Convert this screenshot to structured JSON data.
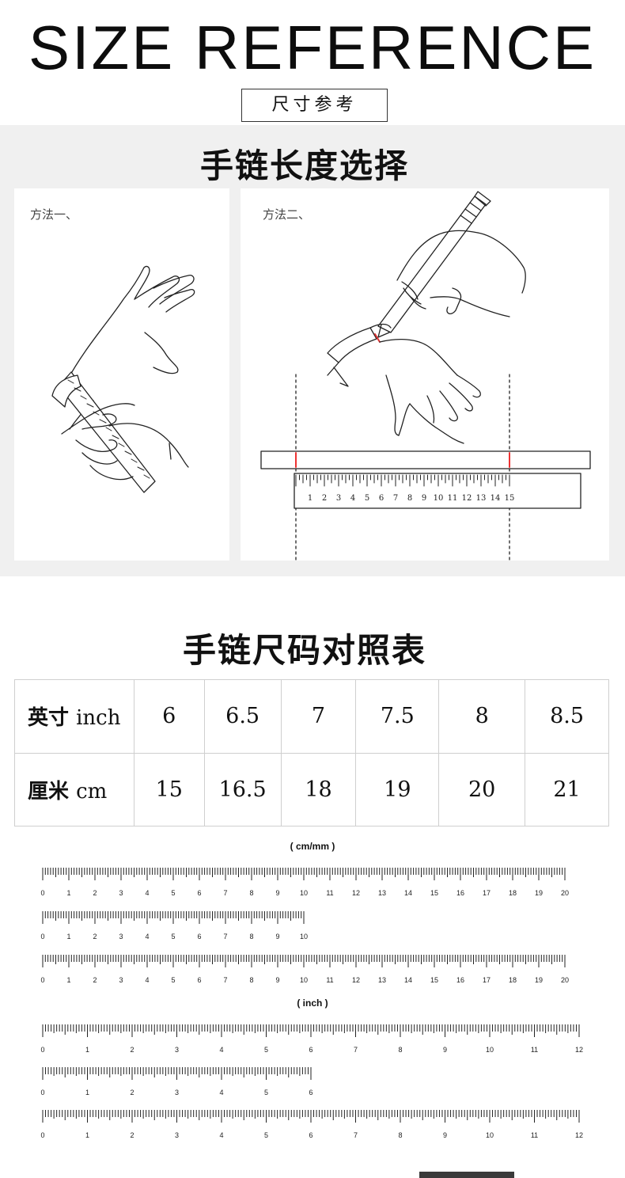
{
  "header": {
    "title": "SIZE REFERENCE",
    "subtitle": "尺寸参考"
  },
  "method_section": {
    "heading": "手链长度选择",
    "method1_label": "方法一、",
    "method2_label": "方法二、",
    "ruler_numbers": [
      "1",
      "2",
      "3",
      "4",
      "5",
      "6",
      "7",
      "8",
      "9",
      "10",
      "11",
      "12",
      "13",
      "14",
      "15"
    ]
  },
  "size_chart": {
    "heading": "手链尺码对照表",
    "rows": [
      {
        "label": "英寸",
        "unit": "inch",
        "values": [
          "6",
          "6.5",
          "7",
          "7.5",
          "8",
          "8.5"
        ]
      },
      {
        "label": "厘米",
        "unit": "cm",
        "values": [
          "15",
          "16.5",
          "18",
          "19",
          "20",
          "21"
        ]
      }
    ]
  },
  "rulers": {
    "cm_caption": "( cm/mm )",
    "inch_caption": "( inch )"
  }
}
